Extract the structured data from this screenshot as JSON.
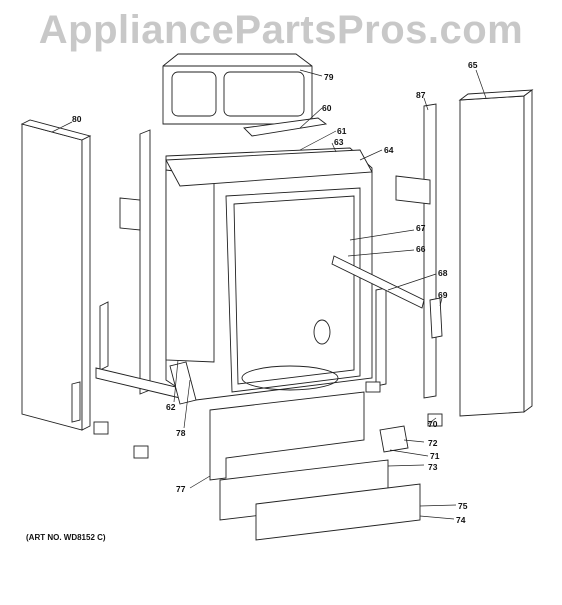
{
  "watermark": "AppliancePartsPros.com",
  "art_number": "(ART NO. WD8152 C)",
  "colors": {
    "watermark": "#c8c8c8",
    "line": "#222222",
    "background": "#ffffff"
  },
  "callouts": [
    "79",
    "60",
    "61",
    "63",
    "64",
    "65",
    "87",
    "80",
    "67",
    "66",
    "68",
    "69",
    "62",
    "78",
    "70",
    "72",
    "71",
    "73",
    "77",
    "75",
    "74"
  ]
}
